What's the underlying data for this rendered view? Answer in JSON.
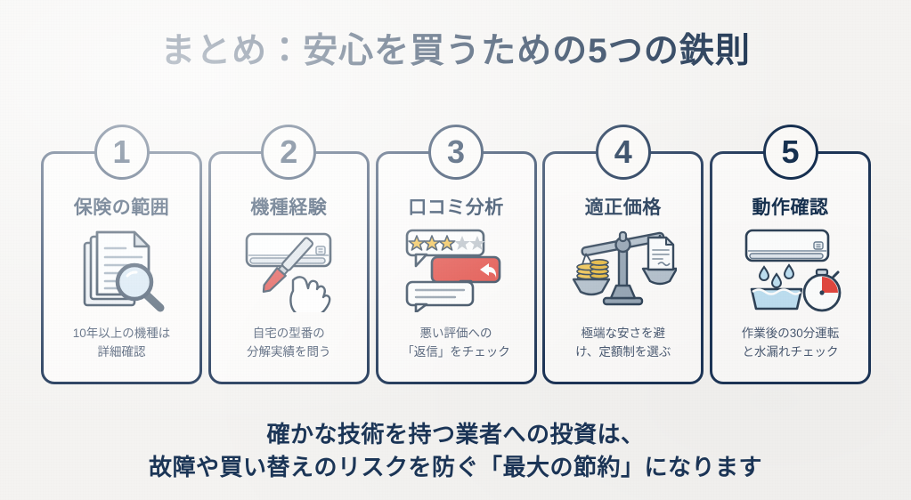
{
  "slide": {
    "title": "まとめ：安心を買うための5つの鉄則",
    "background_color": "#f4f3f1",
    "accent_color": "#1d3557"
  },
  "cards": [
    {
      "number": "1",
      "title": "保険の範囲",
      "icon": "document-magnifier-icon",
      "caption_line1": "10年以上の機種は",
      "caption_line2": "詳細確認"
    },
    {
      "number": "2",
      "title": "機種経験",
      "icon": "aircon-screwdriver-hand-icon",
      "caption_line1": "自宅の型番の",
      "caption_line2": "分解実績を問う"
    },
    {
      "number": "3",
      "title": "口コミ分析",
      "icon": "review-bubbles-stars-icon",
      "caption_line1": "悪い評価への",
      "caption_line2": "「返信」をチェック"
    },
    {
      "number": "4",
      "title": "適正価格",
      "icon": "balance-scale-coins-icon",
      "caption_line1": "極端な安さを避",
      "caption_line2": "け、定額制を選ぶ"
    },
    {
      "number": "5",
      "title": "動作確認",
      "icon": "aircon-waterdrop-stopwatch-icon",
      "caption_line1": "作業後の30分運転",
      "caption_line2": "と水漏れチェック"
    }
  ],
  "footer": {
    "line1": "確かな技術を持つ業者への投資は、",
    "line2": "故障や買い替えのリスクを防ぐ「最大の節約」になります"
  }
}
